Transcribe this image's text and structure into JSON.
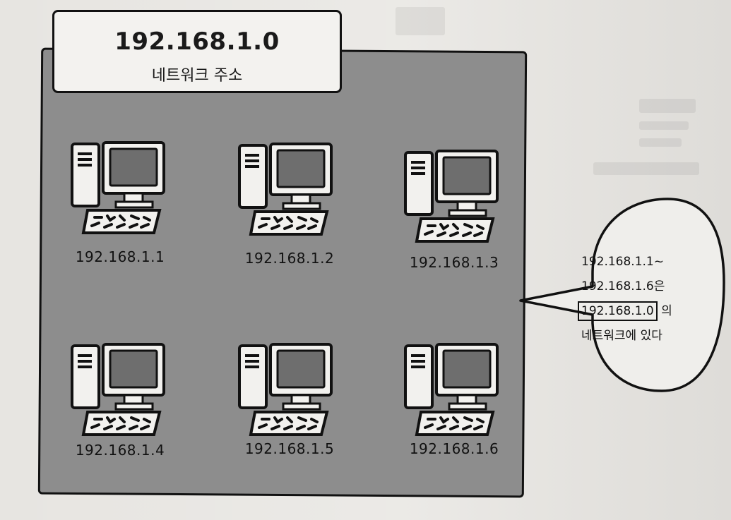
{
  "network": {
    "address": "192.168.1.0",
    "caption": "네트워크 주소"
  },
  "computers": [
    {
      "ip": "192.168.1.1",
      "icon": "desktop-computer-icon"
    },
    {
      "ip": "192.168.1.2",
      "icon": "desktop-computer-icon"
    },
    {
      "ip": "192.168.1.3",
      "icon": "desktop-computer-icon"
    },
    {
      "ip": "192.168.1.4",
      "icon": "desktop-computer-icon"
    },
    {
      "ip": "192.168.1.5",
      "icon": "desktop-computer-icon"
    },
    {
      "ip": "192.168.1.6",
      "icon": "desktop-computer-icon"
    }
  ],
  "bubble": {
    "line1": "192.168.1.1~",
    "line2": "192.168.1.6은",
    "line3_highlight": "192.168.1.0",
    "line3_suffix": " 의",
    "line4": "네트워크에 있다"
  },
  "colors": {
    "network_fill": "#8d8d8d",
    "outline": "#111111",
    "paper": "#e7e5e1",
    "panel": "#f3f2ef"
  }
}
